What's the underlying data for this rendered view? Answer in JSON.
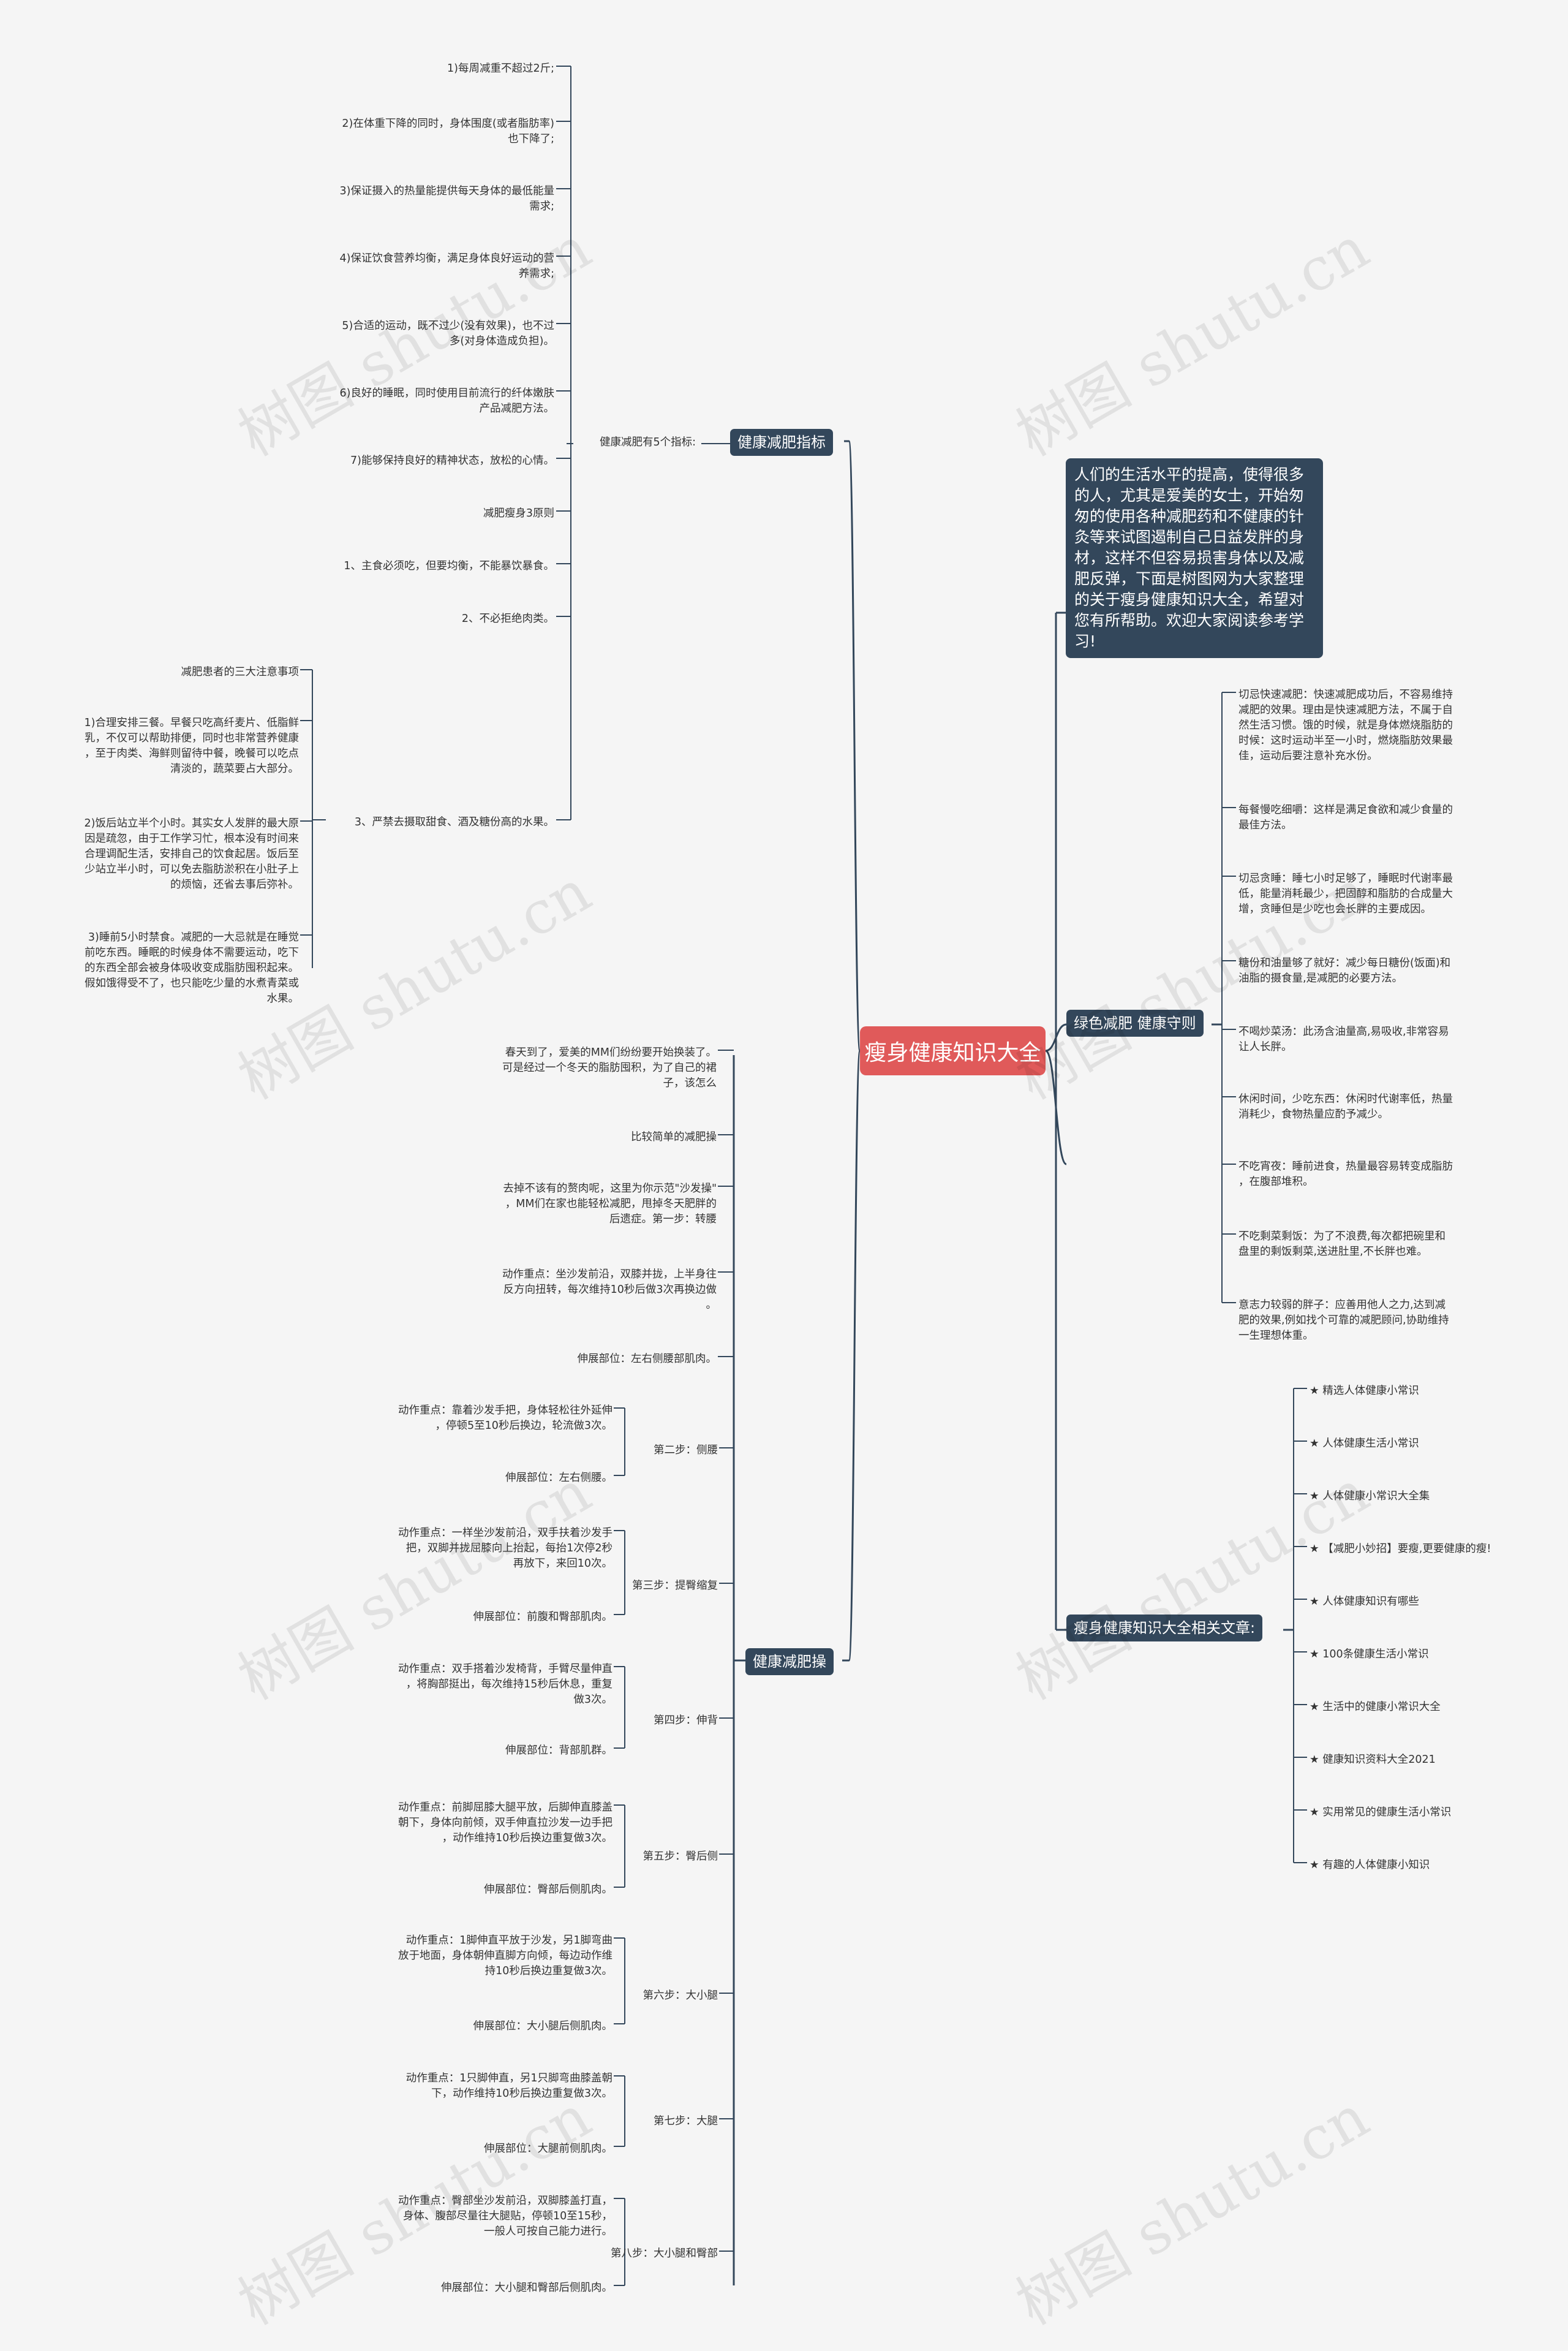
{
  "root": "瘦身健康知识大全",
  "branches": {
    "b1": "健康减肥指标",
    "b2": "健康减肥操",
    "b3": "绿色减肥 健康守则",
    "b4": "瘦身健康知识大全相关文章:"
  },
  "intro": "人们的生活水平的提高，使得很多的人，尤其是爱美的女士，开始匆匆的使用各种减肥药和不健康的针灸等来试图遏制自己日益发胖的身材，这样不但容易损害身体以及减肥反弹，下面是树图网为大家整理的关于瘦身健康知识大全，希望对您有所帮助。欢迎大家阅读参考学习!",
  "b1": {
    "sub": "健康减肥有5个指标:",
    "items": [
      "1)每周减重不超过2斤;",
      "2)在体重下降的同时，身体围度(或者脂肪率)\n也下降了;",
      "3)保证摄入的热量能提供每天身体的最低能量\n需求;",
      "4)保证饮食营养均衡，满足身体良好运动的营\n养需求;",
      "5)合适的运动，既不过少(没有效果)，也不过\n多(对身体造成负担)。",
      "6)良好的睡眠，同时使用目前流行的纤体嫩肤\n产品减肥方法。",
      "7)能够保持良好的精神状态，放松的心情。",
      "减肥瘦身3原则",
      "1、主食必须吃，但要均衡，不能暴饮暴食。",
      "2、不必拒绝肉类。",
      "3、严禁去摄取甜食、酒及糖份高的水果。"
    ],
    "notes": [
      "减肥患者的三大注意事项",
      "1)合理安排三餐。早餐只吃高纤麦片、低脂鲜\n乳，不仅可以帮助排便，同时也非常营养健康\n，至于肉类、海鲜则留待中餐，晚餐可以吃点\n清淡的，蔬菜要占大部分。",
      "2)饭后站立半个小时。其实女人发胖的最大原\n因是疏忽，由于工作学习忙，根本没有时间来\n合理调配生活，安排自己的饮食起居。饭后至\n少站立半小时，可以免去脂肪淤积在小肚子上\n的烦恼，还省去事后弥补。",
      "3)睡前5小时禁食。减肥的一大忌就是在睡觉\n前吃东西。睡眠的时候身体不需要运动，吃下\n的东西全部会被身体吸收变成脂肪囤积起来。\n假如饿得受不了，也只能吃少量的水煮青菜或\n水果。"
    ]
  },
  "b2": {
    "top": [
      "春天到了，爱美的MM们纷纷要开始换装了。\n可是经过一个冬天的脂肪囤积，为了自己的裙\n子，该怎么",
      "比较简单的减肥操",
      "去掉不该有的赘肉呢，这里为你示范\"沙发操\"\n，MM们在家也能轻松减肥，甩掉冬天肥胖的\n后遗症。第一步：转腰",
      "动作重点：坐沙发前沿，双膝并拢，上半身往\n反方向扭转，每次维持10秒后做3次再换边做\n。",
      "伸展部位：左右侧腰部肌肉。"
    ],
    "steps": [
      {
        "label": "第二步：侧腰",
        "a": "动作重点：靠着沙发手把，身体轻松往外延伸\n，停顿5至10秒后换边，轮流做3次。",
        "b": "伸展部位：左右侧腰。"
      },
      {
        "label": "第三步：提臀缩复",
        "a": "动作重点：一样坐沙发前沿，双手扶着沙发手\n把，双脚并拢屈膝向上抬起，每抬1次停2秒\n再放下，来回10次。",
        "b": "伸展部位：前腹和臀部肌肉。"
      },
      {
        "label": "第四步：伸背",
        "a": "动作重点：双手搭着沙发椅背，手臂尽量伸直\n，将胸部挺出，每次维持15秒后休息，重复\n做3次。",
        "b": "伸展部位：背部肌群。"
      },
      {
        "label": "第五步：臀后侧",
        "a": "动作重点：前脚屈膝大腿平放，后脚伸直膝盖\n朝下，身体向前倾，双手伸直拉沙发一边手把\n，动作维持10秒后换边重复做3次。",
        "b": "伸展部位：臀部后侧肌肉。"
      },
      {
        "label": "第六步：大小腿",
        "a": "动作重点：1脚伸直平放于沙发，另1脚弯曲\n放于地面，身体朝伸直脚方向倾，每边动作维\n持10秒后换边重复做3次。",
        "b": "伸展部位：大小腿后侧肌肉。"
      },
      {
        "label": "第七步：大腿",
        "a": "动作重点：1只脚伸直，另1只脚弯曲膝盖朝\n下，动作维持10秒后换边重复做3次。",
        "b": "伸展部位：大腿前侧肌肉。"
      },
      {
        "label": "第八步：大小腿和臀部",
        "a": "动作重点：臀部坐沙发前沿，双脚膝盖打直，\n身体、腹部尽量往大腿贴，停顿10至15秒，\n一般人可按自己能力进行。",
        "b": "伸展部位：大小腿和臀部后侧肌肉。"
      }
    ]
  },
  "b3": {
    "items": [
      "切忌快速减肥：快速减肥成功后，不容易维持\n减肥的效果。理由是快速减肥方法，不属于自\n然生活习惯。饿的时候，就是身体燃烧脂肪的\n时候：这时运动半至一小时，燃烧脂肪效果最\n佳，运动后要注意补充水份。",
      "每餐慢吃细嚼：这样是满足食欲和减少食量的\n最佳方法。",
      "切忌贪睡：睡七小时足够了，睡眠时代谢率最\n低，能量消耗最少，把固醇和脂肪的合成量大\n增，贪睡但是少吃也会长胖的主要成因。",
      "糖份和油量够了就好：减少每日糖份(饭面)和\n油脂的摄食量,是减肥的必要方法。",
      "不喝炒菜汤：此汤含油量高,易吸收,非常容易\n让人长胖。",
      "休闲时间，少吃东西：休闲时代谢率低，热量\n消耗少，食物热量应酌予减少。",
      "不吃宵夜：睡前进食，热量最容易转变成脂肪\n，在腹部堆积。",
      "不吃剩菜剩饭：为了不浪费,每次都把碗里和\n盘里的剩饭剩菜,送进肚里,不长胖也难。",
      "意志力较弱的胖子：应善用他人之力,达到减\n肥的效果,例如找个可靠的减肥顾问,协助维持\n一生理想体重。"
    ]
  },
  "b4": {
    "items": [
      "★ 精选人体健康小常识",
      "★ 人体健康生活小常识",
      "★ 人体健康小常识大全集",
      "★ 【减肥小妙招】要瘦,更要健康的瘦!",
      "★ 人体健康知识有哪些",
      "★ 100条健康生活小常识",
      "★ 生活中的健康小常识大全",
      "★ 健康知识资料大全2021",
      "★ 实用常见的健康生活小常识",
      "★ 有趣的人体健康小知识"
    ]
  },
  "watermark": "树图 shutu.cn",
  "colors": {
    "root": "#e05a5a",
    "branch": "#33475b",
    "line": "#33475b",
    "text": "#333333"
  }
}
